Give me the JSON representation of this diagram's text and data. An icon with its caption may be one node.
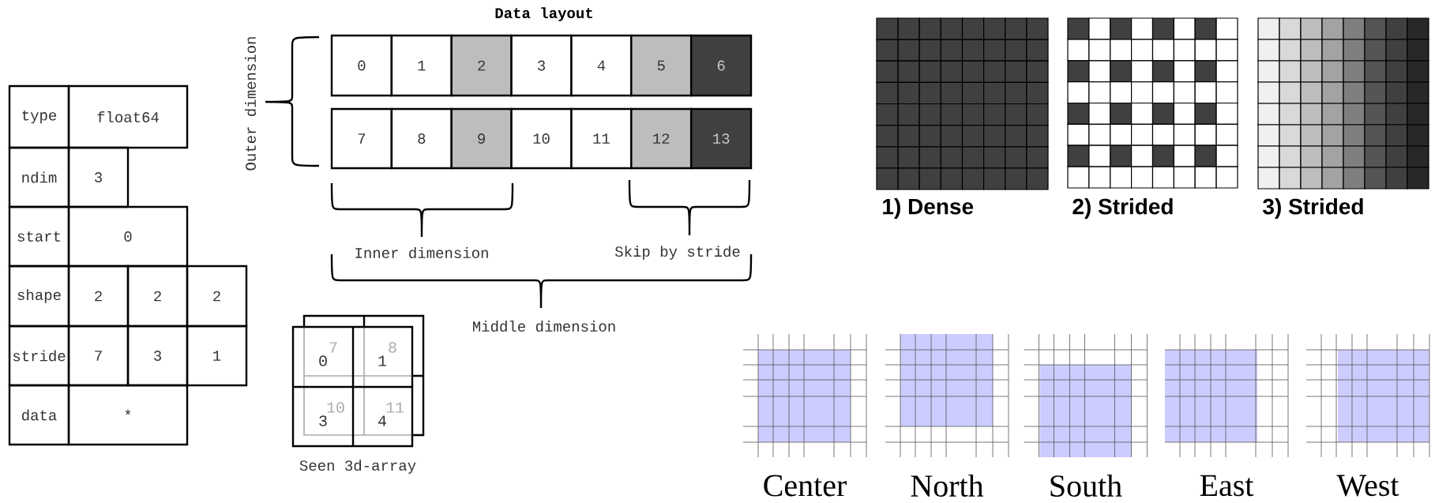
{
  "diagram": {
    "title": "Data layout",
    "nodes": [
      {
        "text": [
          "0"
        ]
      },
      {
        "text": [
          "1"
        ]
      },
      {
        "text": [
          "2"
        ]
      },
      {
        "text": [
          "3"
        ]
      },
      {
        "text": [
          "4"
        ]
      },
      {
        "text": [
          "5"
        ]
      },
      {
        "text": [
          "6"
        ]
      },
      {
        "text": [
          "7"
        ]
      },
      {
        "text": [
          "8"
        ]
      },
      {
        "text": [
          "9"
        ]
      },
      {
        "text": [
          "10"
        ]
      },
      {
        "text": [
          "11"
        ]
      },
      {
        "text": [
          "12"
        ]
      },
      {
        "text": [
          "13"
        ]
      }
    ],
    "labels": [
      "type",
      "float64",
      "ndim",
      "3",
      "start",
      "0",
      "shape",
      "2",
      "2",
      "2",
      "stride",
      "7",
      "3",
      "1",
      "data",
      "*",
      "Outer dimension",
      "Inner dimension",
      "Skip by stride",
      "Middle dimension",
      "0",
      "7",
      "1",
      "8",
      "3",
      "10",
      "4",
      "11",
      "Seen 3d-array",
      "1) Dense",
      "2) Strided",
      "3) Strided",
      "Center",
      "North",
      "South",
      "East",
      "West"
    ]
  }
}
